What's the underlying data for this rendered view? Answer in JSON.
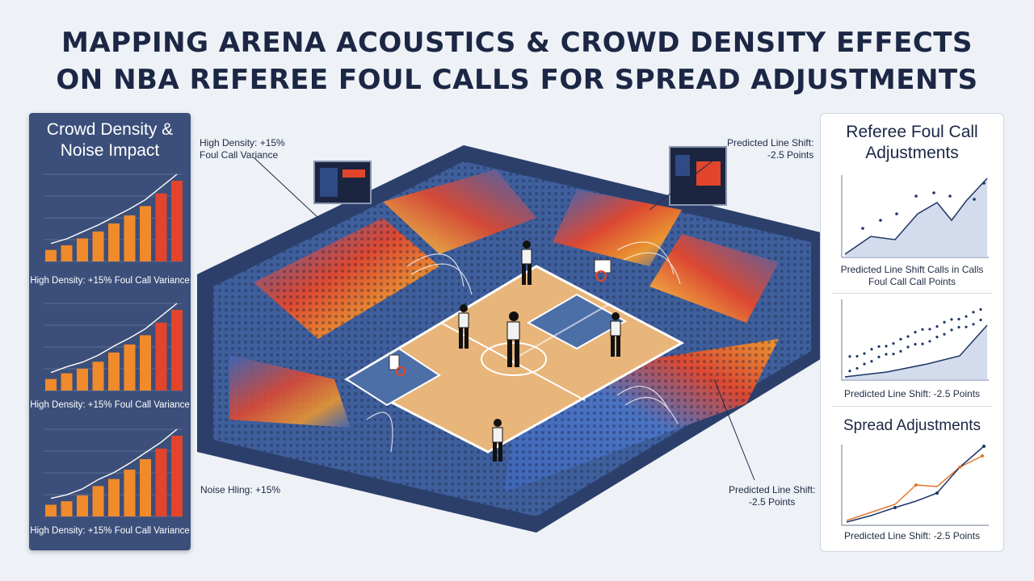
{
  "title": {
    "line1": "MAPPING ARENA ACOUSTICS & CROWD DENSITY EFFECTS",
    "line2": "ON NBA REFEREE FOUL CALLS FOR SPREAD ADJUSTMENTS"
  },
  "left_panel": {
    "heading_line1": "Crowd Density &",
    "heading_line2": "Noise Impact",
    "charts": [
      {
        "caption": "High Density: +15% Foul Call Variance",
        "values": [
          1,
          1.4,
          2,
          2.6,
          3.3,
          4,
          4.8,
          5.9,
          7
        ]
      },
      {
        "caption": "High Density: +15% Foul Call Variance",
        "values": [
          1,
          1.5,
          1.9,
          2.5,
          3.3,
          4,
          4.8,
          5.9,
          7
        ]
      },
      {
        "caption": "High Density: +15% Foul Call Variance",
        "values": [
          1,
          1.3,
          1.8,
          2.6,
          3.2,
          4,
          4.9,
          5.8,
          6.9
        ]
      }
    ]
  },
  "callouts": {
    "top_left_line1": "High Density: +15%",
    "top_left_line2": "Foul Call Variance",
    "top_right_line1": "Predicted Line Shift:",
    "top_right_line2": "-2.5 Points",
    "bottom_left": "Noise Hling: +15%",
    "bottom_right_line1": "Predicted Line Shift:",
    "bottom_right_line2": "-2.5 Points"
  },
  "right_panel": {
    "heading_line1": "Referee Foul Call",
    "heading_line2": "Adjustments",
    "chart1_caption_line1": "Predicted Line Shift Calls in Calls",
    "chart1_caption_line2": "Foul Call Call Points",
    "chart2_caption": "Predicted Line Shift: -2.5 Points",
    "spread_heading": "Spread Adjustments",
    "chart3_caption": "Predicted Line Shift: -2.5 Points"
  },
  "colors": {
    "panel_blue": "#3c4f7a",
    "bar_orange": "#f08a2a",
    "bar_red": "#e2452b",
    "line_navy": "#1f3566",
    "line_orange": "#e2762a",
    "court_wood": "#e8b57a",
    "court_blue": "#4d6fa8"
  }
}
